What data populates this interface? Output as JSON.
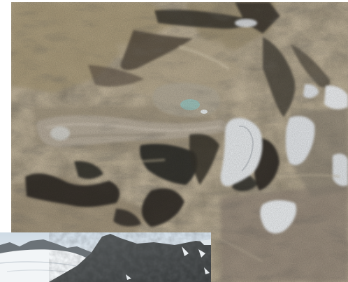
{
  "figure": {
    "main_image": {
      "kind": "aerial-satellite-photo",
      "subject": "glaciated-mountain-terrain",
      "palette": {
        "rock_base": "#8a7a5e",
        "rock_light": "#b3a587",
        "rock_dark": "#4a4438",
        "shadow": "#2b2a26",
        "glacier_ice": "#e9ecee",
        "moraine": "#a79a84",
        "meltwater": "#9fc3bb"
      }
    },
    "inset_image": {
      "kind": "ground-level-photo",
      "subject": "glacier-and-peak-view",
      "palette": {
        "sky": "#dfe8ef",
        "snow": "#f2f5f7",
        "mountain": "#474b4c",
        "far_ridge": "#6b7277"
      }
    }
  }
}
